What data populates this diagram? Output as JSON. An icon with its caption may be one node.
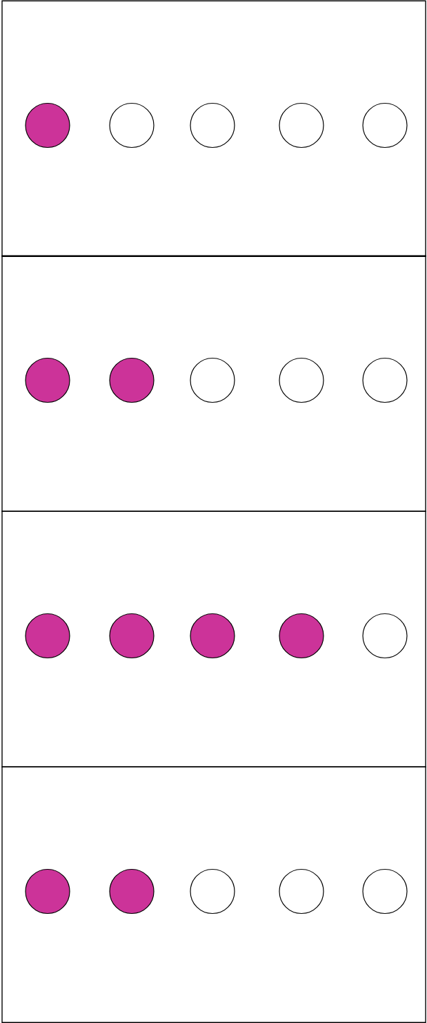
{
  "diagram": {
    "nodes": [
      {
        "text": [],
        "shape": "box"
      },
      {
        "text": [],
        "shape": "dot",
        "in": 0
      },
      {
        "text": [],
        "shape": "circle",
        "in": 0
      },
      {
        "text": [],
        "shape": "circle",
        "in": 0
      },
      {
        "text": [],
        "shape": "circle",
        "in": 0
      },
      {
        "text": [],
        "shape": "circle",
        "in": 0
      },
      {
        "text": [],
        "shape": "box"
      },
      {
        "text": [],
        "shape": "dot",
        "in": 6
      },
      {
        "text": [],
        "shape": "dot",
        "in": 6
      },
      {
        "text": [],
        "shape": "circle",
        "in": 6
      },
      {
        "text": [],
        "shape": "circle",
        "in": 6
      },
      {
        "text": [],
        "shape": "circle",
        "in": 6
      },
      {
        "text": [],
        "shape": "box"
      },
      {
        "text": [],
        "shape": "dot",
        "in": 12
      },
      {
        "text": [],
        "shape": "dot",
        "in": 12
      },
      {
        "text": [],
        "shape": "dot",
        "in": 12
      },
      {
        "text": [],
        "shape": "dot",
        "in": 12
      },
      {
        "text": [],
        "shape": "circle",
        "in": 12
      },
      {
        "text": [],
        "shape": "box"
      },
      {
        "text": [],
        "shape": "dot",
        "in": 18
      },
      {
        "text": [],
        "shape": "dot",
        "in": 18
      },
      {
        "text": [],
        "shape": "circle",
        "in": 18
      },
      {
        "text": [],
        "shape": "circle",
        "in": 18
      },
      {
        "text": [],
        "shape": "circle",
        "in": 18
      }
    ]
  }
}
